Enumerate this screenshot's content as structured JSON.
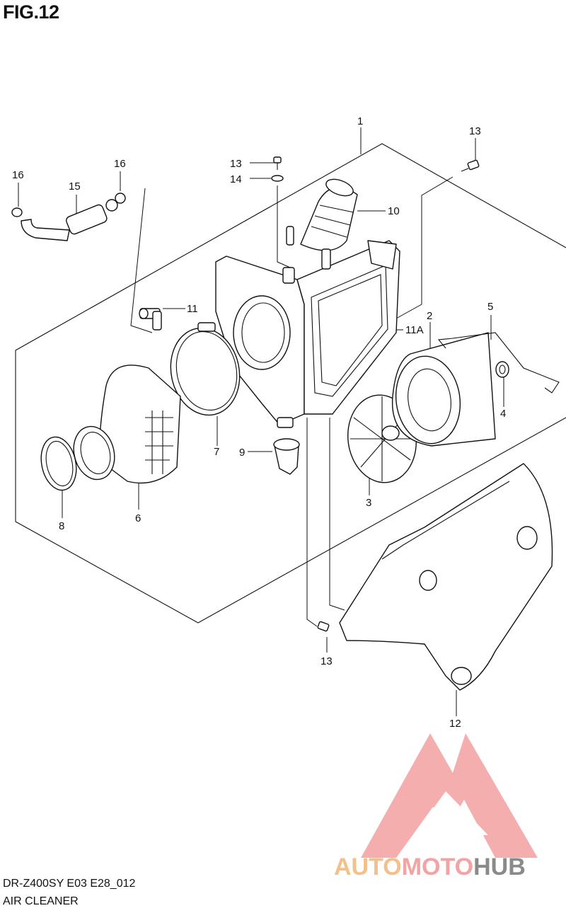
{
  "figure": {
    "title": "FIG.12"
  },
  "footer": {
    "model_code": "DR-Z400SY E03 E28_012",
    "section_title": "AIR CLEANER"
  },
  "watermark": {
    "part1": "AUTO",
    "part2": "MOTO",
    "part3": "HUB",
    "colors": {
      "auto": "#f3c08a",
      "moto": "#f2a3a3",
      "hub": "#8a8a8a",
      "logo": "#f08080"
    }
  },
  "callouts": {
    "c1": "1",
    "c2": "2",
    "c3": "3",
    "c4": "4",
    "c5": "5",
    "c6": "6",
    "c7": "7",
    "c8": "8",
    "c9": "9",
    "c10": "10",
    "c11": "11",
    "c11a": "11A",
    "c12": "12",
    "c13_a": "13",
    "c13_b": "13",
    "c13_c": "13",
    "c14": "14",
    "c15": "15",
    "c16_a": "16",
    "c16_b": "16"
  }
}
